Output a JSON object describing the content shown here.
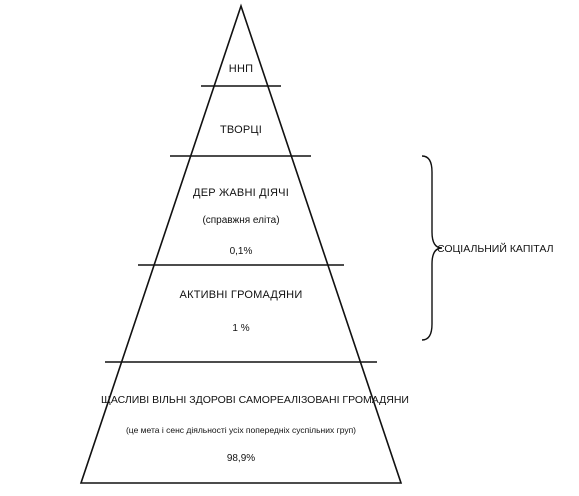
{
  "levels": [
    {
      "title": "ННП"
    },
    {
      "title": "ТВОРЦІ"
    },
    {
      "title": "ДЕР ЖАВНІ ДІЯЧІ",
      "subtitle": "(справжня еліта)",
      "share": "0,1%"
    },
    {
      "title": "АКТИВНІ ГРОМАДЯНИ",
      "share": "1 %"
    },
    {
      "title": "ЩАСЛИВІ ВІЛЬНІ ЗДОРОВІ САМОРЕАЛІЗОВАНІ ГРОМАДЯНИ",
      "subtitle": "(це мета і сенс діяльності усіх попередніх суспільних груп)",
      "share": "98,9%"
    }
  ],
  "bracket": {
    "label": "СОЦІАЛЬНИЙ КАПІТАЛ"
  },
  "colors": {
    "line": "#111111",
    "background": "#ffffff"
  }
}
